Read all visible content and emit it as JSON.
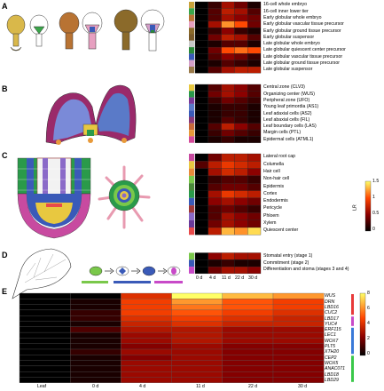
{
  "panels": {
    "A": {
      "letter": "A",
      "labels": [
        "16-cell whole embryo",
        "16-cell inner lower tier",
        "Early globular whole embryo",
        "Early globular vascular tissue precursor",
        "Early globular ground tissue precursor",
        "Early globular suspensor",
        "Late globular whole embryo",
        "Late globular quiescent center precursor",
        "Late globular vascular tissue precursor",
        "Late globular ground tissue precursor",
        "Late globular suspensor"
      ],
      "colors": [
        "#c9a23a",
        "#3aa64a",
        "#b87333",
        "#e6a0c0",
        "#8b6a2a",
        "#7a5a2a",
        "#c8c8c8",
        "#2a8a3a",
        "#3a5ab8",
        "#d4a0c8",
        "#9a7a4a"
      ]
    },
    "B": {
      "letter": "B",
      "labels": [
        "Central zone (CLV3)",
        "Organizing center (WUS)",
        "Peripheral zone (UFO)",
        "Young leaf primordia (AS1)",
        "Leaf adaxial cells (AS2)",
        "Leaf abaxial cells (FIL)",
        "Leaf boundary cells (LAS)",
        "Margin cells (PTL)",
        "Epidermal cells (ATML1)"
      ],
      "colors": [
        "#e8c840",
        "#2a9a4a",
        "#7a3a9a",
        "#5a7ac8",
        "#3a5ab8",
        "#8a3a7a",
        "#c86a3a",
        "#e89a3a",
        "#d44a9a"
      ]
    },
    "C": {
      "letter": "C",
      "labels": [
        "Lateral root cap",
        "Columella",
        "Hair cell",
        "Non-hair cell",
        "Epidermis",
        "Cortex",
        "Endodermis",
        "Pericycle",
        "Phloem",
        "Xylem",
        "Quiescent center"
      ],
      "colors": [
        "#c84aa0",
        "#e8c840",
        "#e88a3a",
        "#7ac84a",
        "#4a8a3a",
        "#2a9a4a",
        "#3a5ab8",
        "#a03a3a",
        "#8a6ac8",
        "#6a3a9a",
        "#e84a4a"
      ]
    },
    "D": {
      "letter": "D",
      "labels": [
        "Stomatal entry (stage 1)",
        "Commitment (stage 2)",
        "Differentiation and stoma (stages 3 and 4)"
      ],
      "colors": [
        "#7ac84a",
        "#3a5ab8",
        "#c84ac8"
      ]
    },
    "E": {
      "letter": "E"
    }
  },
  "time_labels": [
    "0 d",
    "4 d",
    "11 d",
    "22 d",
    "30 d"
  ],
  "colorbar": {
    "title": "LR",
    "ticks": [
      "1.5",
      "1",
      "0.5",
      "0"
    ]
  },
  "colorbar_e": {
    "ticks": [
      "8",
      "6",
      "4",
      "2",
      "0"
    ]
  },
  "panel_e": {
    "genes": [
      "WUS",
      "DRN",
      "LBD16",
      "CUC2",
      "LBD17",
      "YUC4",
      "ERF115",
      "LEC1",
      "WOX7",
      "PLT5",
      "XTH20",
      "CEP2",
      "WOX5",
      "ANAC071",
      "LBD18",
      "LBD29"
    ],
    "conditions": [
      "Leaf",
      "0 d",
      "4 d",
      "11 d",
      "22 d",
      "30 d"
    ],
    "group_colors": [
      "#e83a3a",
      "#c84ac8",
      "#3a7ad8",
      "#3ac84a"
    ]
  },
  "chart_data": [
    {
      "type": "heatmap",
      "panel": "A",
      "rows": [
        "16-cell whole embryo",
        "16-cell inner lower tier",
        "Early globular whole embryo",
        "Early globular vascular tissue precursor",
        "Early globular ground tissue precursor",
        "Early globular suspensor",
        "Late globular whole embryo",
        "Late globular quiescent center precursor",
        "Late globular vascular tissue precursor",
        "Late globular ground tissue precursor",
        "Late globular suspensor"
      ],
      "columns": [
        "0 d",
        "4 d",
        "11 d",
        "22 d",
        "30 d"
      ],
      "values": [
        [
          0.0,
          0.2,
          0.6,
          0.4,
          0.1
        ],
        [
          0.0,
          0.3,
          0.7,
          0.6,
          0.3
        ],
        [
          0.0,
          0.3,
          0.6,
          0.5,
          0.4
        ],
        [
          0.0,
          0.6,
          1.2,
          1.0,
          0.4
        ],
        [
          0.0,
          0.2,
          0.5,
          0.2,
          0.1
        ],
        [
          0.0,
          0.4,
          0.7,
          0.6,
          0.3
        ],
        [
          0.0,
          0.1,
          0.3,
          0.3,
          0.1
        ],
        [
          0.0,
          0.4,
          1.0,
          1.1,
          1.0
        ],
        [
          0.0,
          0.3,
          0.5,
          0.4,
          0.2
        ],
        [
          0.0,
          0.1,
          0.3,
          0.2,
          0.1
        ],
        [
          0.0,
          0.3,
          0.6,
          0.7,
          0.7
        ]
      ],
      "colorbar_title": "LR",
      "vmin": 0,
      "vmax": 1.5
    },
    {
      "type": "heatmap",
      "panel": "B",
      "rows": [
        "Central zone (CLV3)",
        "Organizing center (WUS)",
        "Peripheral zone (UFO)",
        "Young leaf primordia (AS1)",
        "Leaf adaxial cells (AS2)",
        "Leaf abaxial cells (FIL)",
        "Leaf boundary cells (LAS)",
        "Margin cells (PTL)",
        "Epidermal cells (ATML1)"
      ],
      "columns": [
        "0 d",
        "4 d",
        "11 d",
        "22 d",
        "30 d"
      ],
      "values": [
        [
          0.0,
          0.3,
          0.6,
          0.5,
          0.3
        ],
        [
          0.0,
          0.4,
          0.6,
          0.5,
          0.3
        ],
        [
          0.0,
          0.2,
          0.4,
          0.3,
          0.2
        ],
        [
          0.0,
          0.1,
          0.2,
          0.2,
          0.1
        ],
        [
          0.0,
          0.1,
          0.2,
          0.2,
          0.1
        ],
        [
          0.0,
          0.1,
          0.3,
          0.2,
          0.1
        ],
        [
          0.0,
          0.3,
          0.7,
          0.5,
          0.3
        ],
        [
          0.0,
          0.2,
          0.4,
          0.3,
          0.2
        ],
        [
          0.0,
          0.1,
          0.2,
          0.1,
          0.1
        ]
      ],
      "colorbar_title": "LR",
      "vmin": 0,
      "vmax": 1.5
    },
    {
      "type": "heatmap",
      "panel": "C",
      "rows": [
        "Lateral root cap",
        "Columella",
        "Hair cell",
        "Non-hair cell",
        "Epidermis",
        "Cortex",
        "Endodermis",
        "Pericycle",
        "Phloem",
        "Xylem",
        "Quiescent center"
      ],
      "columns": [
        "0 d",
        "4 d",
        "11 d",
        "22 d",
        "30 d"
      ],
      "values": [
        [
          0.0,
          0.4,
          0.7,
          0.7,
          0.6
        ],
        [
          0.3,
          0.7,
          0.9,
          0.8,
          0.7
        ],
        [
          0.0,
          0.6,
          0.8,
          0.7,
          0.5
        ],
        [
          0.0,
          0.2,
          0.3,
          0.3,
          0.2
        ],
        [
          0.0,
          0.3,
          0.4,
          0.4,
          0.3
        ],
        [
          0.0,
          0.6,
          0.9,
          0.8,
          0.7
        ],
        [
          0.0,
          0.5,
          0.6,
          0.5,
          0.4
        ],
        [
          0.0,
          0.3,
          0.4,
          0.3,
          0.2
        ],
        [
          0.0,
          0.3,
          0.6,
          0.5,
          0.4
        ],
        [
          0.0,
          0.4,
          0.6,
          0.5,
          0.4
        ],
        [
          0.0,
          0.7,
          1.3,
          1.2,
          1.4
        ]
      ],
      "colorbar_title": "LR",
      "vmin": 0,
      "vmax": 1.5
    },
    {
      "type": "heatmap",
      "panel": "D",
      "rows": [
        "Stomatal entry (stage 1)",
        "Commitment (stage 2)",
        "Differentiation and stoma (stages 3 and 4)"
      ],
      "columns": [
        "0 d",
        "4 d",
        "11 d",
        "22 d",
        "30 d"
      ],
      "values": [
        [
          0.0,
          0.5,
          0.7,
          0.6,
          0.6
        ],
        [
          0.0,
          0.1,
          0.2,
          0.1,
          0.1
        ],
        [
          0.0,
          0.4,
          0.6,
          0.6,
          0.5
        ]
      ],
      "colorbar_title": "LR",
      "vmin": 0,
      "vmax": 1.5
    },
    {
      "type": "heatmap",
      "panel": "E",
      "rows": [
        "WUS",
        "DRN",
        "LBD16",
        "CUC2",
        "LBD17",
        "YUC4",
        "ERF115",
        "LEC1",
        "WOX7",
        "PLT5",
        "XTH20",
        "CEP2",
        "WOX5",
        "ANAC071",
        "LBD18",
        "LBD29"
      ],
      "columns": [
        "Leaf",
        "0 d",
        "4 d",
        "11 d",
        "22 d",
        "30 d"
      ],
      "values": [
        [
          0,
          0,
          4.5,
          8,
          7,
          6.5
        ],
        [
          0,
          0.5,
          5,
          6.5,
          5.5,
          5
        ],
        [
          0,
          0.5,
          5,
          6,
          5.5,
          5
        ],
        [
          0,
          1,
          5,
          5.5,
          5,
          4.5
        ],
        [
          0,
          1,
          4.5,
          5,
          4.5,
          4
        ],
        [
          0,
          0.5,
          4,
          4.5,
          4,
          4
        ],
        [
          0,
          1.5,
          3.5,
          3.5,
          3,
          3
        ],
        [
          0,
          0.5,
          3,
          3.5,
          3,
          3
        ],
        [
          0,
          0.5,
          3,
          3.5,
          3,
          3
        ],
        [
          0,
          0.5,
          2.5,
          3,
          2.5,
          2.5
        ],
        [
          0,
          1,
          3,
          3,
          2.5,
          2.5
        ],
        [
          0,
          0.5,
          2.5,
          3,
          2.5,
          2.5
        ],
        [
          0,
          0.5,
          3,
          3,
          2.5,
          2.5
        ],
        [
          0,
          0.5,
          3,
          3,
          2.5,
          2.5
        ],
        [
          0,
          0.5,
          3,
          3,
          2.5,
          2.5
        ],
        [
          0,
          0.5,
          3,
          3,
          2.5,
          2.5
        ]
      ],
      "vmin": 0,
      "vmax": 8
    }
  ]
}
